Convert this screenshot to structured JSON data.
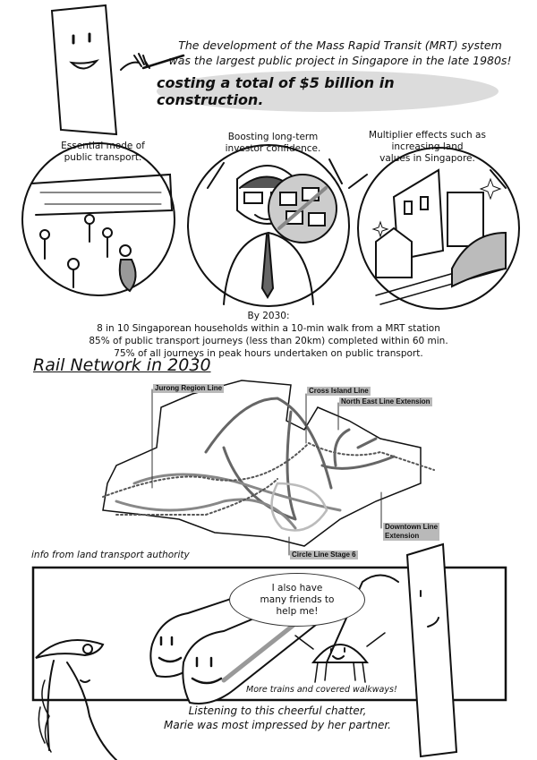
{
  "intro": {
    "line1": "The development of the Mass Rapid Transit (MRT) system",
    "line2": "was the largest public project in Singapore in the late 1980s!",
    "cost": "costing a total of $5 billion in construction."
  },
  "benefits": [
    {
      "line1": "Essential mode of",
      "line2": "public transport."
    },
    {
      "line1": "Boosting long-term",
      "line2": "investor confidence."
    },
    {
      "line1": "Multiplier effects such as",
      "line2": "increasing land",
      "line3": "values in Singapore."
    }
  ],
  "stats": {
    "heading": "By 2030:",
    "items": [
      "8 in 10 Singaporean households within a 10-min walk from a MRT station",
      "85% of public transport journeys (less than 20km) completed within 60 min.",
      "75% of all journeys in peak hours undertaken on public transport."
    ]
  },
  "rail": {
    "title": "Rail Network in 2030",
    "labels": {
      "jurong": "Jurong Region Line",
      "cross_island": "Cross Island Line",
      "north_east": "North East Line Extension",
      "downtown1": "Downtown Line",
      "downtown2": "Extension",
      "circle": "Circle Line Stage 6"
    },
    "source": "info from land transport authority"
  },
  "panel": {
    "bubble1": "I also have",
    "bubble2": "many friends to",
    "bubble3": "help me!",
    "walkways": "More trains and covered walkways!",
    "caption1": "Listening to this cheerful chatter,",
    "caption2": "Marie was most impressed by her partner."
  }
}
